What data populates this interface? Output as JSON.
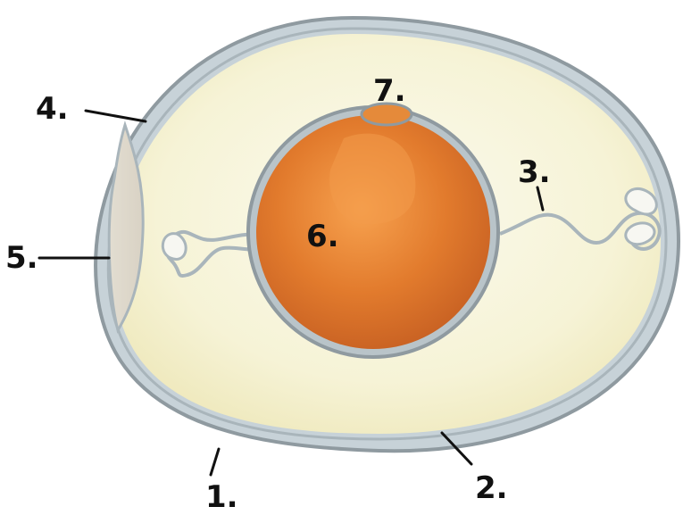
{
  "diagram": {
    "labels": [
      {
        "id": "1",
        "text": "1."
      },
      {
        "id": "2",
        "text": "2."
      },
      {
        "id": "3",
        "text": "3."
      },
      {
        "id": "4",
        "text": "4."
      },
      {
        "id": "5",
        "text": "5."
      },
      {
        "id": "6",
        "text": "6."
      },
      {
        "id": "7",
        "text": "7."
      }
    ]
  },
  "colors": {
    "shell_outline": "#9aa4aa",
    "shell_membrane": "#c7d2d8",
    "albumen": "#f6f3d6",
    "air_cell": "#e7e2d6",
    "yolk": "#e07a2a",
    "yolk_highlight": "#f39b4a",
    "chalaza": "#f7f7f2",
    "leader_line": "#111111"
  }
}
